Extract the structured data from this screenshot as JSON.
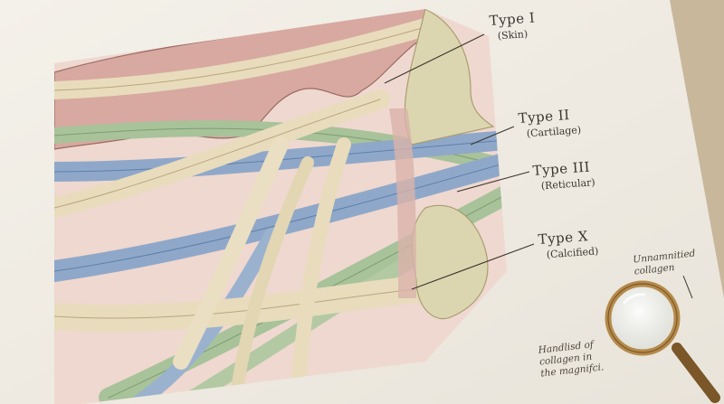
{
  "labels": [
    {
      "title": "Type I",
      "subtitle": "(Skin)"
    },
    {
      "title": "Type II",
      "subtitle": "(Cartilage)"
    },
    {
      "title": "Type III",
      "subtitle": "(Reticular)"
    },
    {
      "title": "Type X",
      "subtitle": "(Calcified)"
    }
  ],
  "notes": {
    "magnifier_top": [
      "Unnamnitied",
      "collagen"
    ],
    "magnifier_left": [
      "Handlisd of",
      "collagen in",
      "the magnifci."
    ]
  },
  "colors": {
    "paper": "#f2efe8",
    "desk": "#c9b79c",
    "skin": "#d7a9a0",
    "type_i_fiber": "#e8dcbc",
    "type_ii_fiber": "#8fa8c9",
    "type_iii_fiber": "#a8c29a",
    "bone": "#dcd6b0",
    "magnifier_rim": "#b58a4a"
  },
  "icons": [
    "magnifying-glass-icon"
  ]
}
